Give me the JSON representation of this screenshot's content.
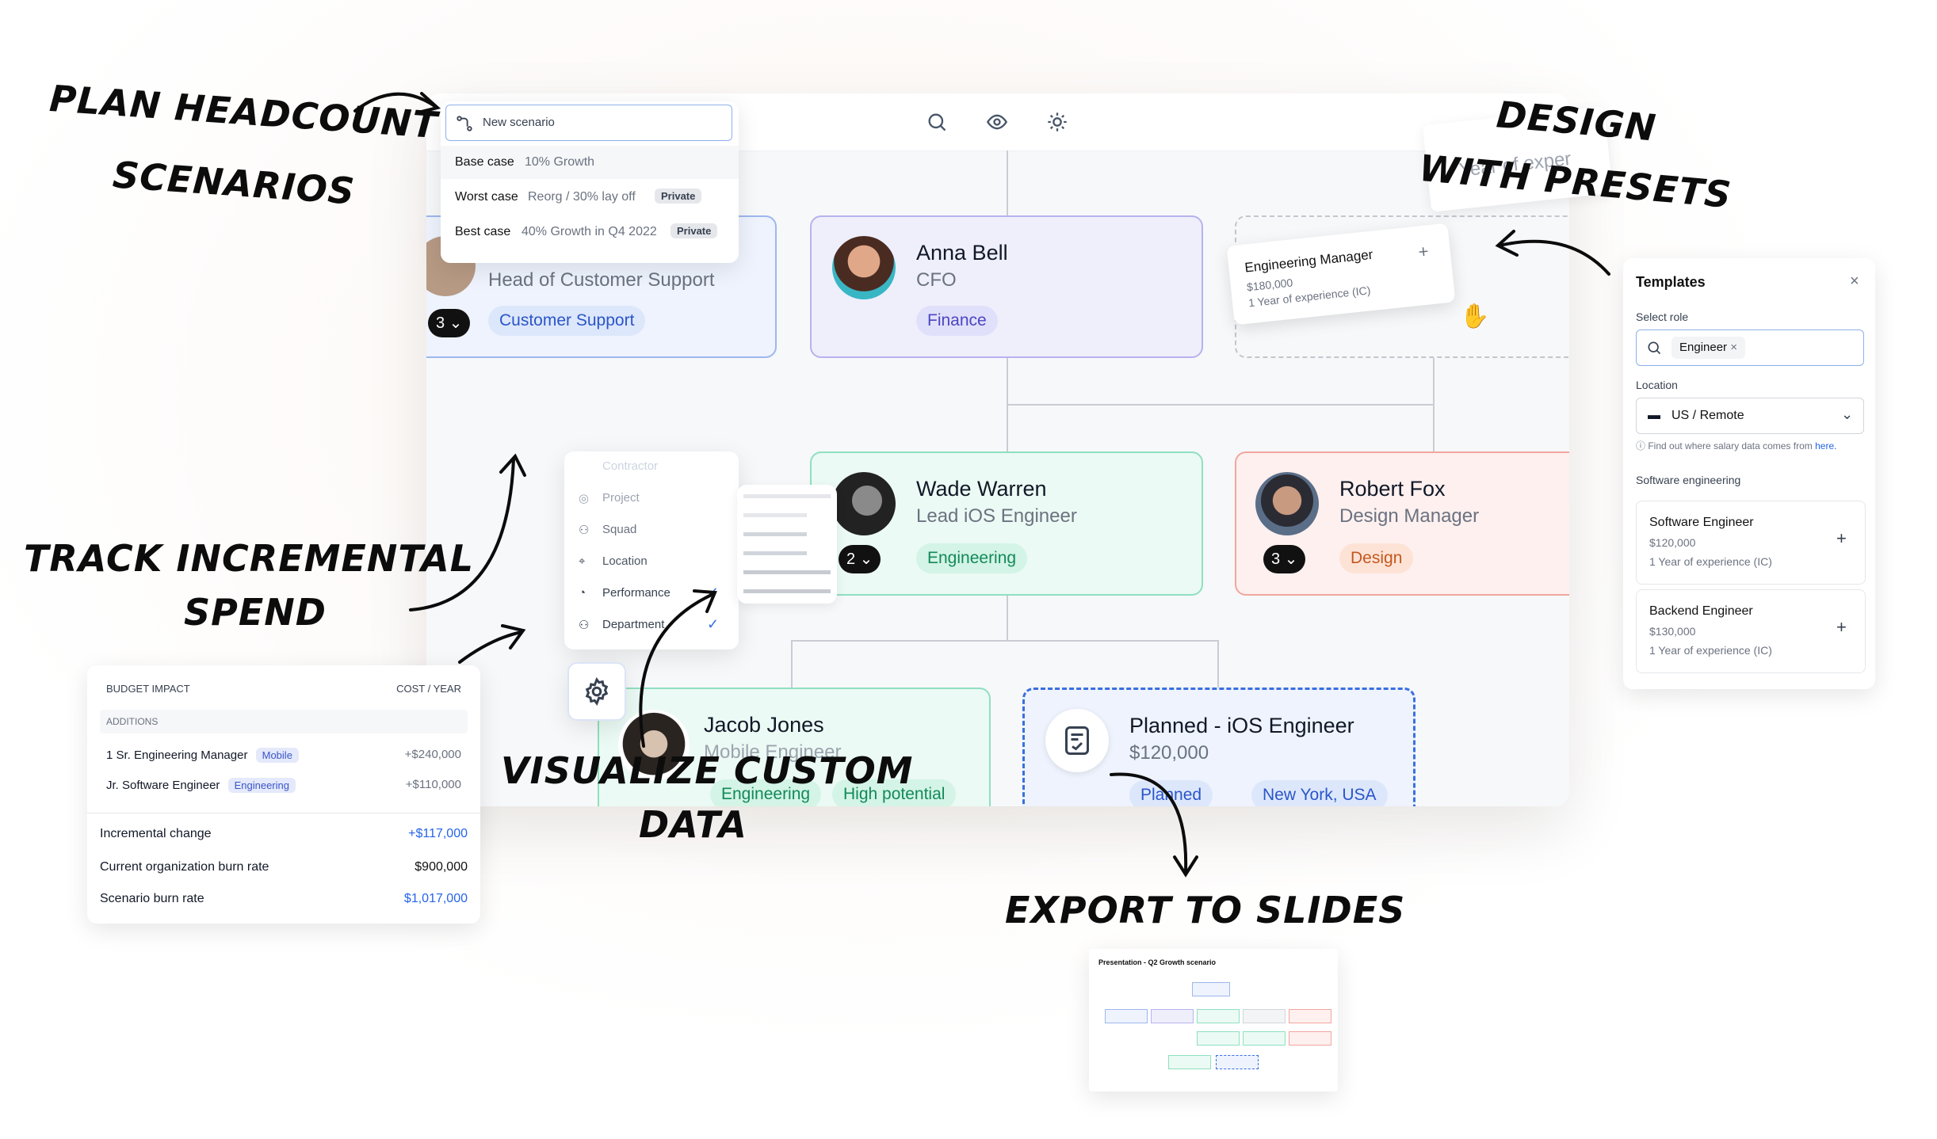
{
  "annotations": {
    "plan_line1": "Plan headcount",
    "plan_line2": "scenarios",
    "design_line1": "Design",
    "design_line2": "with presets",
    "track_line1": "Track incremental",
    "track_line2": "spend",
    "visualize_line1": "Visualize custom",
    "visualize_line2": "data",
    "export": "Export to slides"
  },
  "scenarios": {
    "placeholder": "New scenario",
    "items": [
      {
        "name": "Base case",
        "desc": "10% Growth",
        "badge": ""
      },
      {
        "name": "Worst case",
        "desc": "Reorg / 30% lay off",
        "badge": "Private"
      },
      {
        "name": "Best case",
        "desc": "40% Growth in Q4 2022",
        "badge": "Private"
      }
    ]
  },
  "org": {
    "top_row": [
      {
        "role": "Head of Customer Support",
        "tag": "Customer Support",
        "count": "3"
      },
      {
        "name": "Anna Bell",
        "role": "CFO",
        "tag": "Finance"
      }
    ],
    "drag_card": {
      "title": "Engineering Manager",
      "salary": "$180,000",
      "exp": "1 Year of experience (IC)"
    },
    "ghost_text": "Year of exper",
    "mid_row": [
      {
        "name": "Wade Warren",
        "role": "Lead iOS Engineer",
        "tag": "Engineering",
        "count": "2"
      },
      {
        "name": "Robert Fox",
        "role": "Design Manager",
        "tag": "Design",
        "count": "3"
      }
    ],
    "bottom_row": [
      {
        "name": "Jacob Jones",
        "role": "Mobile Engineer",
        "tag1": "Engineering",
        "tag2": "High potential"
      },
      {
        "name": "Planned - iOS Engineer",
        "role": "$120,000",
        "tag1": "Planned",
        "tag2": "New York, USA"
      }
    ]
  },
  "fields": {
    "items": [
      "Contractor",
      "Project",
      "Squad",
      "Location",
      "Performance",
      "Department"
    ],
    "checked": [
      "Performance",
      "Department"
    ]
  },
  "templates": {
    "title": "Templates",
    "select_role_label": "Select role",
    "chip": "Engineer",
    "location_label": "Location",
    "location_value": "US / Remote",
    "hint": "Find out where salary data comes from",
    "hint_link": "here.",
    "section": "Software engineering",
    "items": [
      {
        "title": "Software Engineer",
        "salary": "$120,000",
        "exp": "1 Year of experience (IC)"
      },
      {
        "title": "Backend Engineer",
        "salary": "$130,000",
        "exp": "1 Year of experience (IC)"
      }
    ]
  },
  "budget": {
    "header_left": "BUDGET IMPACT",
    "header_right": "COST / YEAR",
    "additions_label": "ADDITIONS",
    "rows": [
      {
        "label": "1 Sr. Engineering Manager",
        "tag": "Mobile",
        "value": "+$240,000"
      },
      {
        "label": "Jr. Software Engineer",
        "tag": "Engineering",
        "value": "+$110,000"
      }
    ],
    "totals": [
      {
        "label": "Incremental change",
        "value": "+$117,000"
      },
      {
        "label": "Current organization burn rate",
        "value": "$900,000"
      },
      {
        "label": "Scenario burn rate",
        "value": "$1,017,000"
      }
    ]
  },
  "slide": {
    "title": "Presentation - Q2 Growth scenario"
  },
  "colors": {
    "support_bg": "#eef3fd",
    "support_border": "#9db7ee",
    "finance_bg": "#efeffc",
    "finance_border": "#b6b3ee",
    "eng_bg": "#ebfaf4",
    "eng_border": "#8fe0c0",
    "design_bg": "#fdf0ef",
    "design_border": "#f2a69e",
    "accent_blue": "#2563eb"
  }
}
